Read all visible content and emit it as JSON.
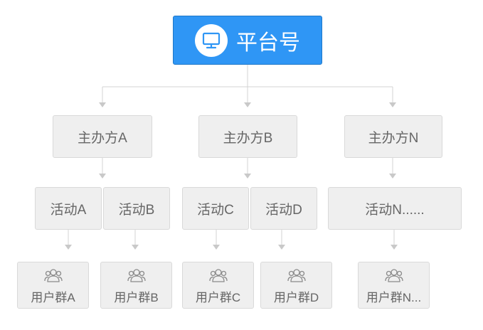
{
  "colors": {
    "accent": "#2f96f5",
    "box": "#efefef",
    "line": "#d3d3d3",
    "text": "#666666"
  },
  "root": {
    "label": "平台号",
    "icon": "monitor-icon"
  },
  "organizers": [
    {
      "label": "主办方A"
    },
    {
      "label": "主办方B"
    },
    {
      "label": "主办方N"
    }
  ],
  "activities": [
    {
      "label": "活动A"
    },
    {
      "label": "活动B"
    },
    {
      "label": "活动C"
    },
    {
      "label": "活动D"
    },
    {
      "label": "活动N......"
    }
  ],
  "user_groups": [
    {
      "label": "用户群A",
      "icon": "users-icon"
    },
    {
      "label": "用户群B",
      "icon": "users-icon"
    },
    {
      "label": "用户群C",
      "icon": "users-icon"
    },
    {
      "label": "用户群D",
      "icon": "users-icon"
    },
    {
      "label": "用户群N...",
      "icon": "users-icon"
    }
  ]
}
